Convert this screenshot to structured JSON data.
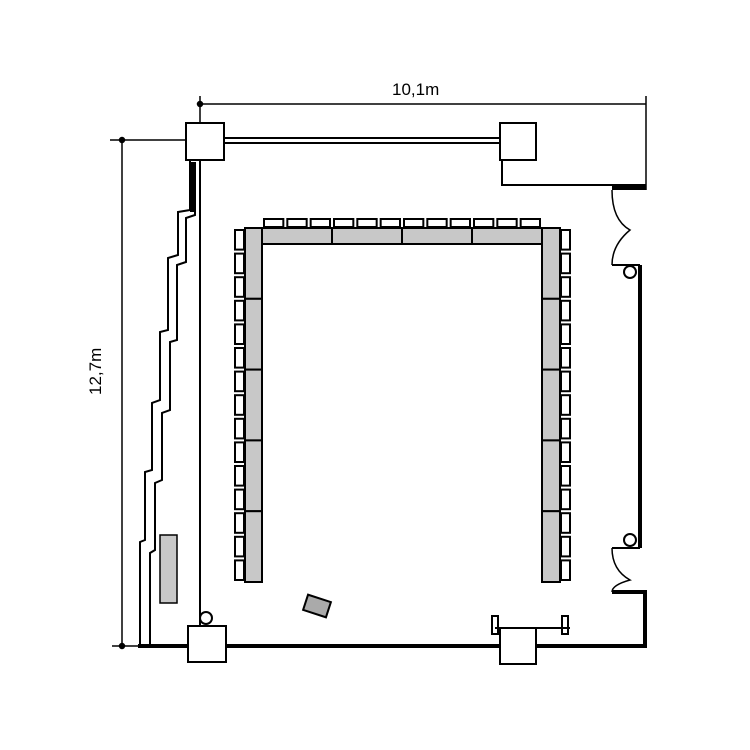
{
  "dimensions": {
    "width_label": "10,1m",
    "height_label": "12,7m"
  },
  "colors": {
    "table_fill": "#c8c8c8",
    "line": "#000000"
  },
  "layout_info": {
    "top_tables": 4,
    "side_tables_each": 5
  }
}
